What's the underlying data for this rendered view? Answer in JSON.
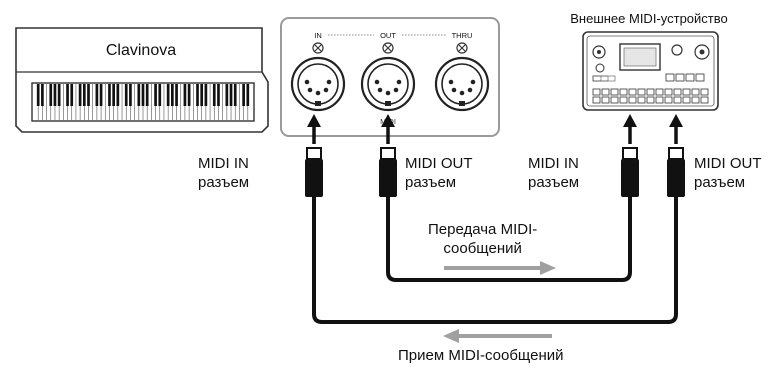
{
  "piano": {
    "label": "Clavinova"
  },
  "midi_panel": {
    "in": "IN",
    "out": "OUT",
    "thru": "THRU",
    "mark": "MIDI"
  },
  "device": {
    "title": "Внешнее MIDI-устройство"
  },
  "labels": {
    "piano_in": [
      "MIDI IN",
      "разъем"
    ],
    "piano_out": [
      "MIDI OUT",
      "разъем"
    ],
    "device_in": [
      "MIDI IN",
      "разъем"
    ],
    "device_out": [
      "MIDI OUT",
      "разъем"
    ]
  },
  "flows": {
    "transmit": [
      "Передача MIDI-",
      "сообщений"
    ],
    "receive": "Прием MIDI-сообщений"
  }
}
